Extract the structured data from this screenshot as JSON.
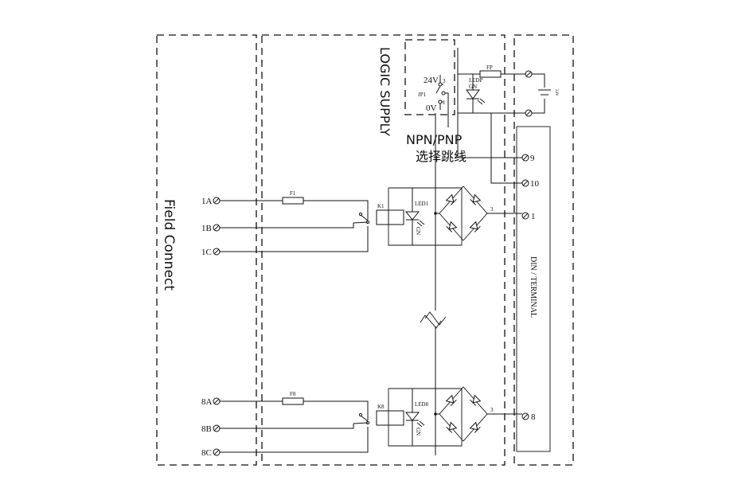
{
  "regions": {
    "field_connect": "Field Connect",
    "logic_supply": "LOGIC SUPPLY",
    "din_terminal": "DIN / TERMINAL"
  },
  "jumper": {
    "title_line1": "NPN/PNP",
    "title_line2": "选择跳线",
    "label": "JP1",
    "v24": "24V",
    "v0": "0V",
    "pin3": "3",
    "pin1": "1"
  },
  "power": {
    "fuse": "FP",
    "led": "LEDP",
    "led_color": "GN",
    "supply": "24V"
  },
  "channels": [
    {
      "a": "1A",
      "b": "1B",
      "c": "1C",
      "fuse": "F1",
      "relay": "K1",
      "led": "LED1",
      "led_color": "GN",
      "bridge_out": "3",
      "terminal": "1"
    },
    {
      "a": "8A",
      "b": "8B",
      "c": "8C",
      "fuse": "F8",
      "relay": "K8",
      "led": "LED8",
      "led_color": "GN",
      "bridge_out": "3",
      "terminal": "8"
    }
  ],
  "terminals": {
    "t9": "9",
    "t10": "10"
  }
}
